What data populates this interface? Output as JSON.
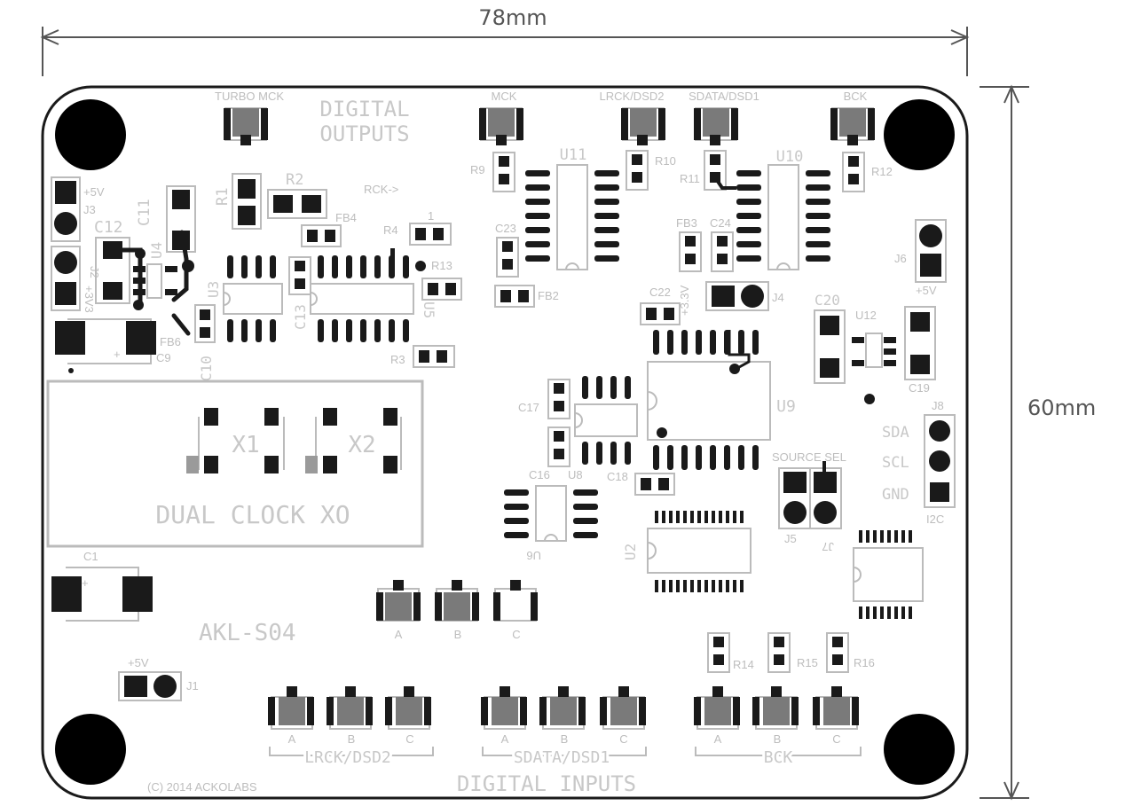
{
  "dimensions": {
    "width_label": "78mm",
    "height_label": "60mm"
  },
  "board": {
    "name": "AKL-S04",
    "copyright": "(C) 2014 ACKOLABS",
    "xo_label": "DUAL CLOCK XO",
    "outputs_title": [
      "DIGITAL",
      "OUTPUTS"
    ],
    "inputs_title": "DIGITAL INPUTS",
    "rck_label": "RCK->",
    "source_sel": "SOURCE SEL",
    "i2c_label": "I2C",
    "j8_pins": [
      "SDA",
      "SCL",
      "GND"
    ]
  },
  "output_connectors": [
    "TURBO MCK",
    "MCK",
    "LRCK/DSD2",
    "SDATA/DSD1",
    "BCK"
  ],
  "input_groups": [
    {
      "name": "LRCK/DSD2",
      "pins": [
        "A",
        "B",
        "C"
      ]
    },
    {
      "name": "SDATA/DSD1",
      "pins": [
        "A",
        "B",
        "C"
      ]
    },
    {
      "name": "BCK",
      "pins": [
        "A",
        "B",
        "C"
      ]
    }
  ],
  "mid_switches": [
    "A",
    "B",
    "C"
  ],
  "refdes": {
    "u11": "U11",
    "u10": "U10",
    "u9": "U9",
    "u8": "U8",
    "u12": "U12",
    "u2": "U2",
    "u3": "U3",
    "u4": "U4",
    "u5": "U5",
    "u6": "U6",
    "x1": "X1",
    "x2": "X2",
    "c1": "C1",
    "c9": "C9",
    "c10": "C10",
    "c11": "C11",
    "c12": "C12",
    "c13": "C13",
    "c16": "C16",
    "c17": "C17",
    "c18": "C18",
    "c19": "C19",
    "c20": "C20",
    "c22": "C22",
    "c23": "C23",
    "c24": "C24",
    "r1": "R1",
    "r2": "R2",
    "r3": "R3",
    "r4": "R4",
    "r9": "R9",
    "r10": "R10",
    "r11": "R11",
    "r12": "R12",
    "r13": "R13",
    "r14": "R14",
    "r15": "R15",
    "r16": "R16",
    "fb2": "FB2",
    "fb3": "FB3",
    "fb4": "FB4",
    "fb6": "FB6",
    "j1": "J1",
    "j2": "J2",
    "j3": "J3",
    "j4": "J4",
    "j5": "J5",
    "j6": "J6",
    "j7": "J7",
    "j8": "J8",
    "v5": "+5V",
    "v33": "+3V3",
    "v33b": "+3.3V",
    "one": "1",
    "plus": "+"
  }
}
